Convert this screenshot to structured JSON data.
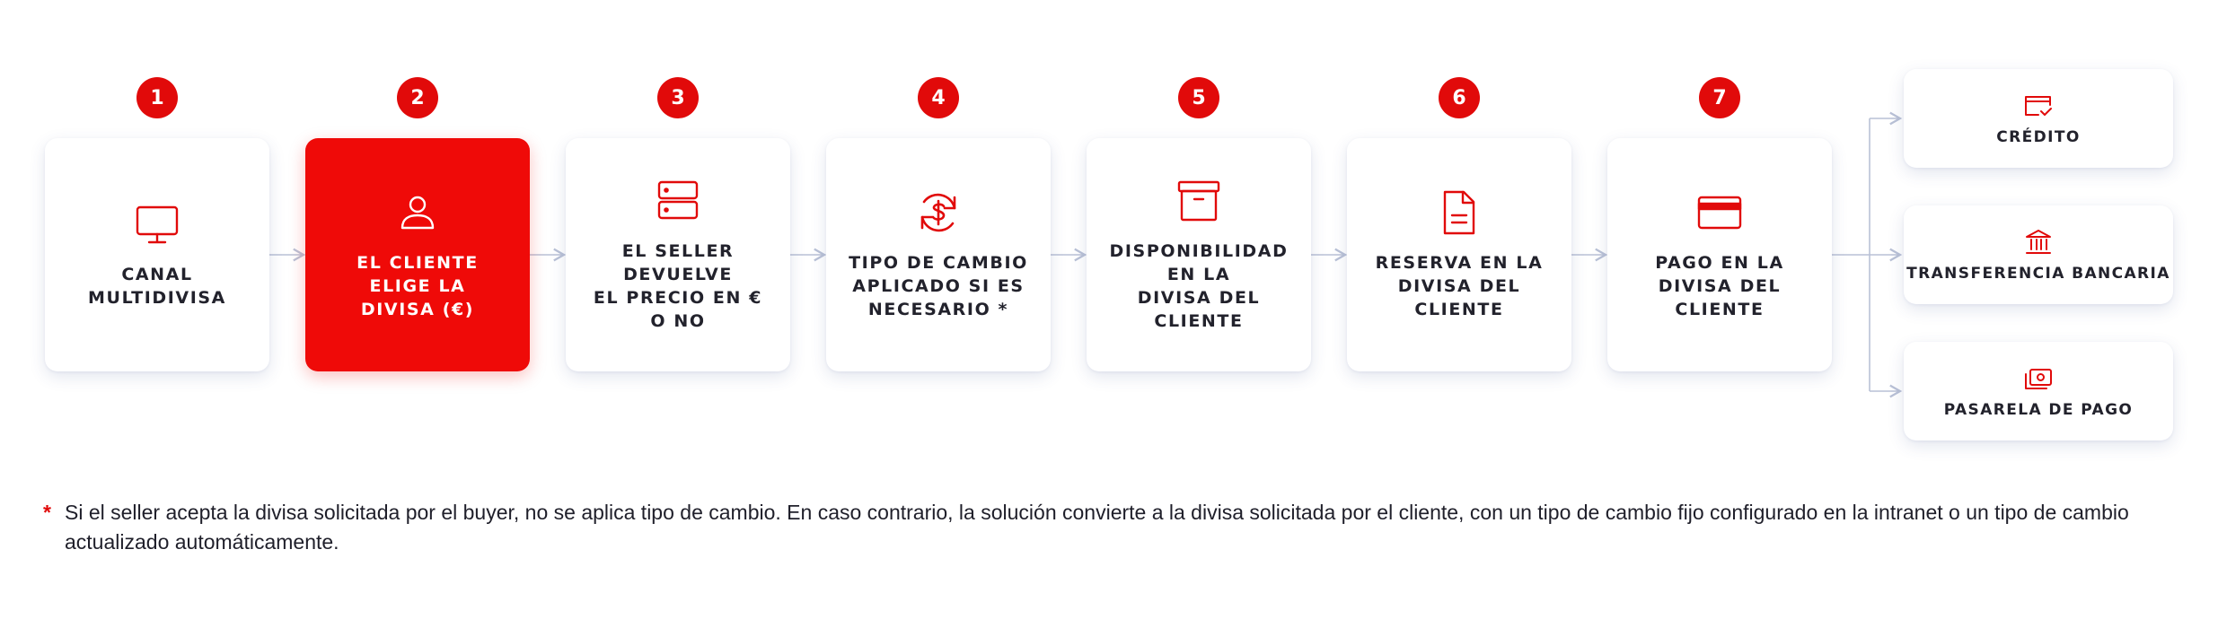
{
  "steps": [
    {
      "number": "1",
      "label": "CANAL\nMULTIDIVISA",
      "icon": "monitor-icon"
    },
    {
      "number": "2",
      "label": "EL CLIENTE\nELIGE LA\nDIVISA (€)",
      "icon": "user-icon"
    },
    {
      "number": "3",
      "label": "EL SELLER\nDEVUELVE\nEL PRECIO EN €\nO NO",
      "icon": "server-icon"
    },
    {
      "number": "4",
      "label": "TIPO DE CAMBIO\nAPLICADO SI ES\nNECESARIO *",
      "icon": "currency-exchange-icon"
    },
    {
      "number": "5",
      "label": "DISPONIBILIDAD\nEN LA\nDIVISA DEL\nCLIENTE",
      "icon": "archive-box-icon"
    },
    {
      "number": "6",
      "label": "RESERVA EN LA\nDIVISA DEL\nCLIENTE",
      "icon": "document-icon"
    },
    {
      "number": "7",
      "label": "PAGO EN LA\nDIVISA DEL\nCLIENTE",
      "icon": "credit-card-icon"
    }
  ],
  "payment_methods": [
    {
      "label": "CRÉDITO",
      "icon": "credit-check-icon"
    },
    {
      "label": "TRANSFERENCIA BANCARIA",
      "icon": "bank-icon"
    },
    {
      "label": "PASARELA DE PAGO",
      "icon": "cash-icon"
    }
  ],
  "footnote": {
    "marker": "*",
    "text": "Si el seller acepta la divisa solicitada por el buyer, no se aplica tipo de cambio. En caso contrario, la solución convierte a la divisa solicitada por el cliente, con un tipo de cambio fijo configurado en la intranet o un tipo de cambio actualizado automáticamente."
  },
  "colors": {
    "accent": "#e10a0a",
    "active_card": "#ef0a08",
    "connector": "#b9c1d6",
    "text": "#22222c"
  }
}
